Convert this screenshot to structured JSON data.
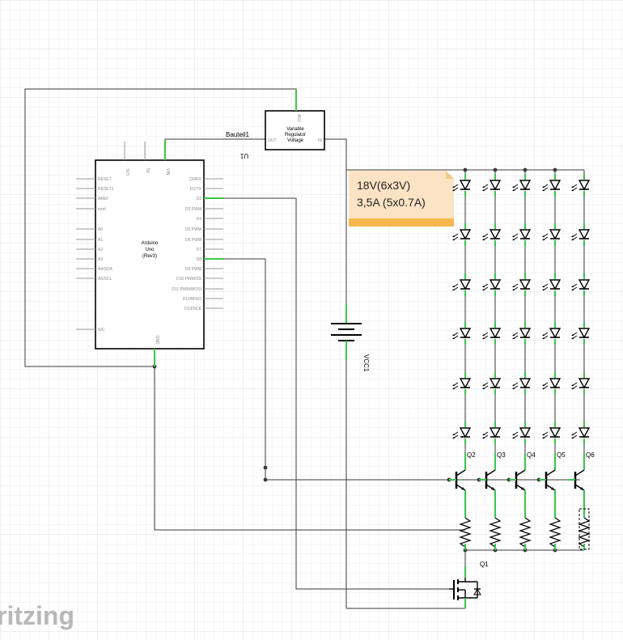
{
  "app": {
    "brand": "ritzing"
  },
  "arduino": {
    "name_line1": "Arduino",
    "name_line2": "Uno",
    "name_line3": "(Rev3)",
    "top_pins": [
      "3V3",
      "5V",
      "VIN"
    ],
    "left_pins": [
      "RESET",
      "RESET2",
      "AREF",
      "ioref",
      "A0",
      "A1",
      "A2",
      "A3",
      "A4/SDA",
      "A5/SCL",
      "N/C"
    ],
    "right_pins": [
      "D0/RX",
      "D1/TX",
      "D2",
      "D3 PWM",
      "D4",
      "D5 PWM",
      "D6 PWM",
      "D7",
      "D8",
      "D9 PWM",
      "D10 PWM/SS",
      "D11 PWM/MOSI",
      "D12/MISO",
      "D13/SCK"
    ],
    "bottom_pin": "GND"
  },
  "regulator": {
    "line1": "Variable",
    "line2": "Regulator",
    "line3": "Voltage",
    "pin_out": "OUT",
    "pin_in": "IN",
    "pin_adj": "ADJ",
    "part_label": "Bauteil1",
    "ref": "U1"
  },
  "battery": {
    "label": "VCC1"
  },
  "note": {
    "line1": "18V(6x3V)",
    "line2": "3,5A (5x0.7A)"
  },
  "transistors": [
    "Q2",
    "Q3",
    "Q4",
    "Q5",
    "Q6"
  ],
  "mosfet": {
    "label": "Q1"
  },
  "colors": {
    "pin_green": "#39c84a",
    "note_bg": "#fce3c4",
    "note_band": "#f6b84e",
    "grid": "#e9ecf2"
  }
}
